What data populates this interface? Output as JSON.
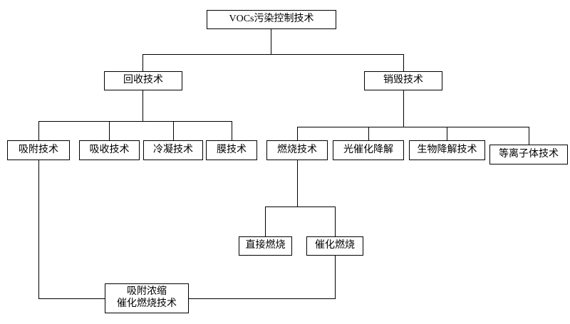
{
  "nodes": {
    "root": "VOCs污染控制技术",
    "recovery": "回收技术",
    "destruction": "销毁技术",
    "adsorption": "吸附技术",
    "absorption": "吸收技术",
    "condensation": "冷凝技术",
    "membrane": "膜技术",
    "combustion": "燃烧技术",
    "photocatalytic": "光催化降解",
    "biodegradation": "生物降解技术",
    "plasma": "等离子体技术",
    "direct_combustion": "直接燃烧",
    "catalytic_combustion": "催化燃烧",
    "adsorption_concentration_line1": "吸附浓缩",
    "adsorption_concentration_line2": "催化燃烧技术"
  },
  "colors": {
    "line": "#000000",
    "background": "#ffffff",
    "text": "#000000"
  }
}
